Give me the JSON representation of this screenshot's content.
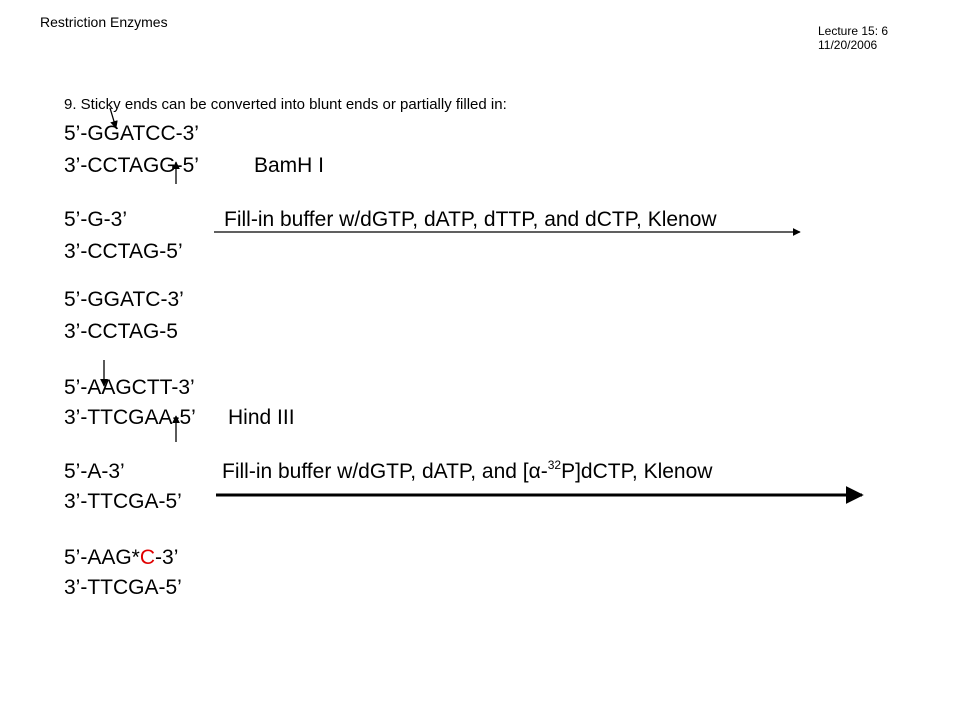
{
  "header": {
    "title": "Restriction Enzymes",
    "lecture": "Lecture 15: 6",
    "date": "11/20/2006"
  },
  "intro": "9. Sticky ends can be converted into blunt ends or partially filled in:",
  "bamh": {
    "top": "5’-GGATCC-3’",
    "bottom": "3’-CCTAGG-5’",
    "enzyme": "BamH I",
    "cut_top": "5’-G-3’",
    "cut_bottom": "3’-CCTAG-5’",
    "reaction": "Fill-in buffer w/dGTP, dATP, dTTP, and dCTP, Klenow",
    "product_top": "5’-GGATC-3’",
    "product_bottom": "3’-CCTAG-5"
  },
  "hind": {
    "top": "5’-AAGCTT-3’",
    "bottom": "3’-TTCGAA-5’",
    "enzyme": "Hind III",
    "cut_top": "5’-A-3’",
    "cut_bottom": "3’-TTCGA-5’",
    "reaction_pre": "Fill-in buffer w/dGTP, dATP, and [α-",
    "reaction_sup": "32",
    "reaction_post": "P]dCTP, Klenow",
    "product_top_pre": "5’-AAG*",
    "product_top_red": "C",
    "product_top_post": "-3’",
    "product_bottom": "3’-TTCGA-5’"
  },
  "colors": {
    "text": "#000000",
    "highlight": "#e00000"
  }
}
